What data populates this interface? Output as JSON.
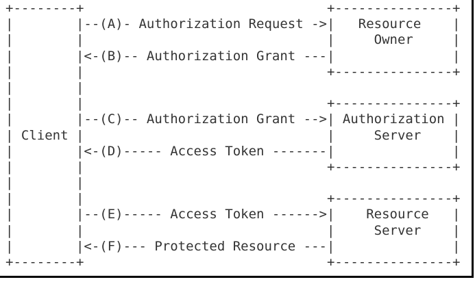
{
  "page": {
    "background_color": "#ffffff",
    "frame_border_color": "#000000"
  },
  "diagram": {
    "type": "ascii-flow-diagram",
    "text_color": "#333333",
    "boxes": [
      {
        "label": "Client"
      },
      {
        "label": "Resource Owner"
      },
      {
        "label": "Authorization Server"
      },
      {
        "label": "Resource Server"
      }
    ],
    "steps": [
      {
        "id": "A",
        "label": "Authorization Request",
        "arrow": "right"
      },
      {
        "id": "B",
        "label": "Authorization Grant",
        "arrow": "left"
      },
      {
        "id": "C",
        "label": "Authorization Grant",
        "arrow": "right"
      },
      {
        "id": "D",
        "label": "Access Token",
        "arrow": "left"
      },
      {
        "id": "E",
        "label": "Access Token",
        "arrow": "right"
      },
      {
        "id": "F",
        "label": "Protected Resource",
        "arrow": "left"
      }
    ],
    "lines": [
      "+--------+                               +---------------+",
      "|        |--(A)- Authorization Request ->|   Resource    |",
      "|        |                               |     Owner     |",
      "|        |<-(B)-- Authorization Grant ---|               |",
      "|        |                               +---------------+",
      "|        |",
      "|        |                               +---------------+",
      "|        |--(C)-- Authorization Grant -->| Authorization |",
      "| Client |                               |     Server    |",
      "|        |<-(D)----- Access Token -------|               |",
      "|        |                               +---------------+",
      "|        |",
      "|        |                               +---------------+",
      "|        |--(E)----- Access Token ------>|    Resource   |",
      "|        |                               |     Server    |",
      "|        |<-(F)--- Protected Resource ---|               |",
      "+--------+                               +---------------+"
    ]
  }
}
